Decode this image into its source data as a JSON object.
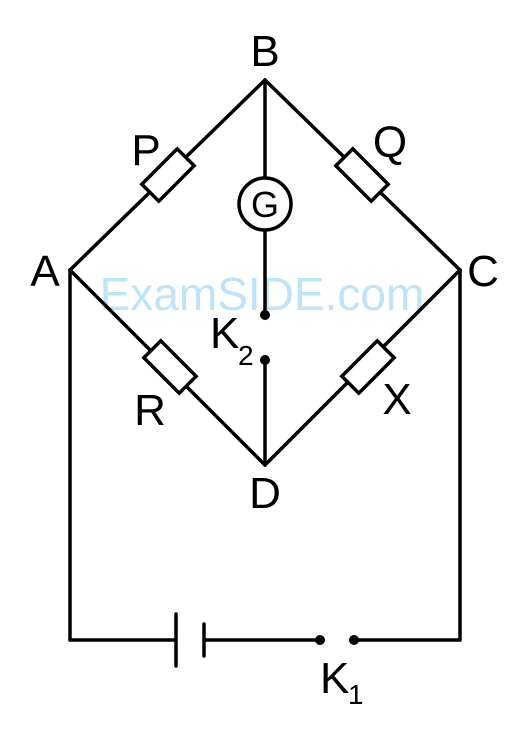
{
  "diagram": {
    "title": "",
    "nodes": {
      "A": "A",
      "B": "B",
      "C": "C",
      "D": "D"
    },
    "resistors": {
      "P": "P",
      "Q": "Q",
      "R": "R",
      "X": "X"
    },
    "galvanometer": "G",
    "keys": {
      "K2_main": "K",
      "K2_sub": "2",
      "K1_main": "K",
      "K1_sub": "1"
    }
  },
  "watermark": "ExamSIDE.com",
  "colors": {
    "wire": "#000000",
    "watermark": "#bfe3f7",
    "background": "#ffffff"
  }
}
